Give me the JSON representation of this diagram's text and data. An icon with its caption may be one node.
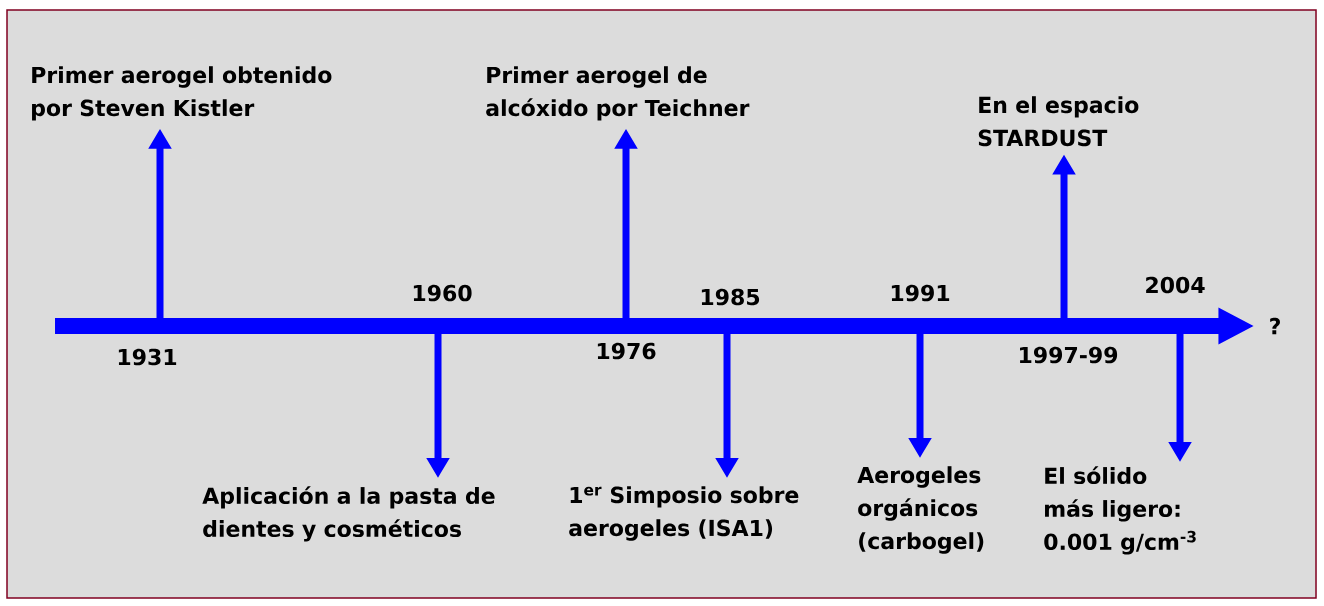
{
  "diagram": {
    "nodes": [
      {
        "text": [
          "Primer aerogel obtenido por Steven Kistler"
        ]
      },
      {
        "text": [
          "Primer aerogel de alcóxido por Teichner"
        ]
      },
      {
        "text": [
          "En el espacio STARDUST"
        ]
      },
      {
        "text": [
          "?"
        ]
      },
      {
        "text": [
          "Aplicación a la pasta de dientes y cosméticos"
        ]
      },
      {
        "text": [
          "1$^{er}$ Simposio sobre aerogeles (ISA1)"
        ]
      },
      {
        "text": [
          "Aerogeles orgánicos (carbogel)"
        ]
      },
      {
        "text": [
          "El sólido más ligero: 0.001 g/cm$^{-3}$"
        ]
      }
    ],
    "edges": [
      {
        "from": null,
        "to": 3,
        "arrow": "to",
        "style": "thick"
      },
      {
        "from": null,
        "to": 0,
        "arrow": "to"
      },
      {
        "from": null,
        "to": 1,
        "arrow": "to"
      },
      {
        "from": null,
        "to": 2,
        "arrow": "to"
      },
      {
        "from": null,
        "to": 4,
        "arrow": "to"
      },
      {
        "from": null,
        "to": 5,
        "arrow": "to"
      },
      {
        "from": null,
        "to": 6,
        "arrow": "to"
      },
      {
        "from": null,
        "to": 7,
        "arrow": "to"
      }
    ],
    "labels": [
      "1960",
      "1985",
      "1991",
      "2004",
      "1931",
      "1976",
      "1997-99"
    ]
  }
}
